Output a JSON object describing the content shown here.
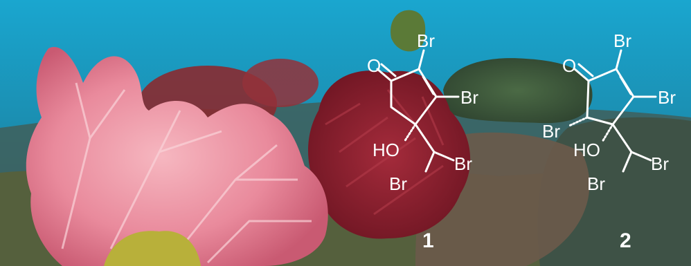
{
  "scene": {
    "description_colors": {
      "water_top": "#1aa6cf",
      "water_mid": "#1b86a6",
      "seabed": "#4f5d3a",
      "pink_alga": "#e98a9c",
      "red_alga": "#8d1f2f",
      "dark_green_mass": "#3f5a3b"
    }
  },
  "compound1": {
    "label": "1",
    "atoms": {
      "oxygen": "O",
      "br_top": "Br",
      "br_right": "Br",
      "hydroxyl": "HO",
      "br_side_right": "Br",
      "br_side_left": "Br"
    }
  },
  "compound2": {
    "label": "2",
    "atoms": {
      "oxygen": "O",
      "br_top": "Br",
      "br_right": "Br",
      "br_ring_left": "Br",
      "hydroxyl": "HO",
      "br_side_right": "Br",
      "br_side_left": "Br"
    }
  }
}
